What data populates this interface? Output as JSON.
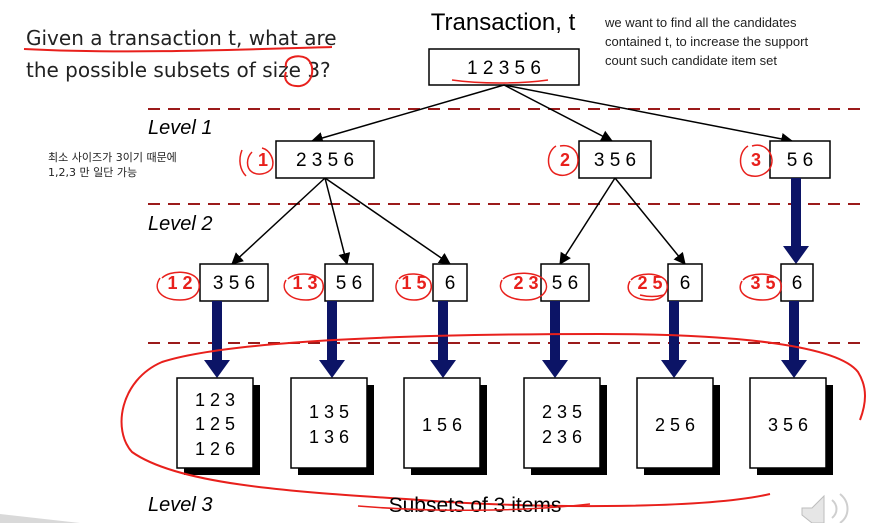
{
  "title": "Transaction, t",
  "question": [
    "Given a transaction t, what are",
    "the possible subsets of size 3?"
  ],
  "note": [
    "we want to find all the candidates",
    "contained t, to increase the support",
    "count such candidate item set"
  ],
  "korean_note": [
    "최소 사이즈가 3이기 때문에",
    "1,2,3 만 일단 가능"
  ],
  "root": "1 2 3 5 6",
  "levels": {
    "level1": "Level 1",
    "level2": "Level 2",
    "level3": "Level 3"
  },
  "level1_nodes": [
    {
      "prefix": "1",
      "rest": "2 3 5 6"
    },
    {
      "prefix": "2",
      "rest": "3 5 6"
    },
    {
      "prefix": "3",
      "rest": "5 6"
    }
  ],
  "level2_nodes": [
    {
      "prefix": "1 2",
      "rest": "3 5 6"
    },
    {
      "prefix": "1 3",
      "rest": "5 6"
    },
    {
      "prefix": "1 5",
      "rest": "6"
    },
    {
      "prefix": "2 3",
      "rest": "5 6"
    },
    {
      "prefix": "2 5",
      "rest": "6"
    },
    {
      "prefix": "3 5",
      "rest": "6"
    }
  ],
  "level3_pages": [
    [
      "1 2 3",
      "1 2 5",
      "1 2 6"
    ],
    [
      "1 3 5",
      "1 3 6"
    ],
    [
      "1 5 6"
    ],
    [
      "2 3 5",
      "2 3 6"
    ],
    [
      "2 5 6"
    ],
    [
      "3 5 6"
    ]
  ],
  "subsets_caption": "Subsets of 3 items",
  "colors": {
    "annotation": "#e8201c",
    "arrow": "#0c1466",
    "dash": "#9b1a1a",
    "text": "#000000"
  }
}
